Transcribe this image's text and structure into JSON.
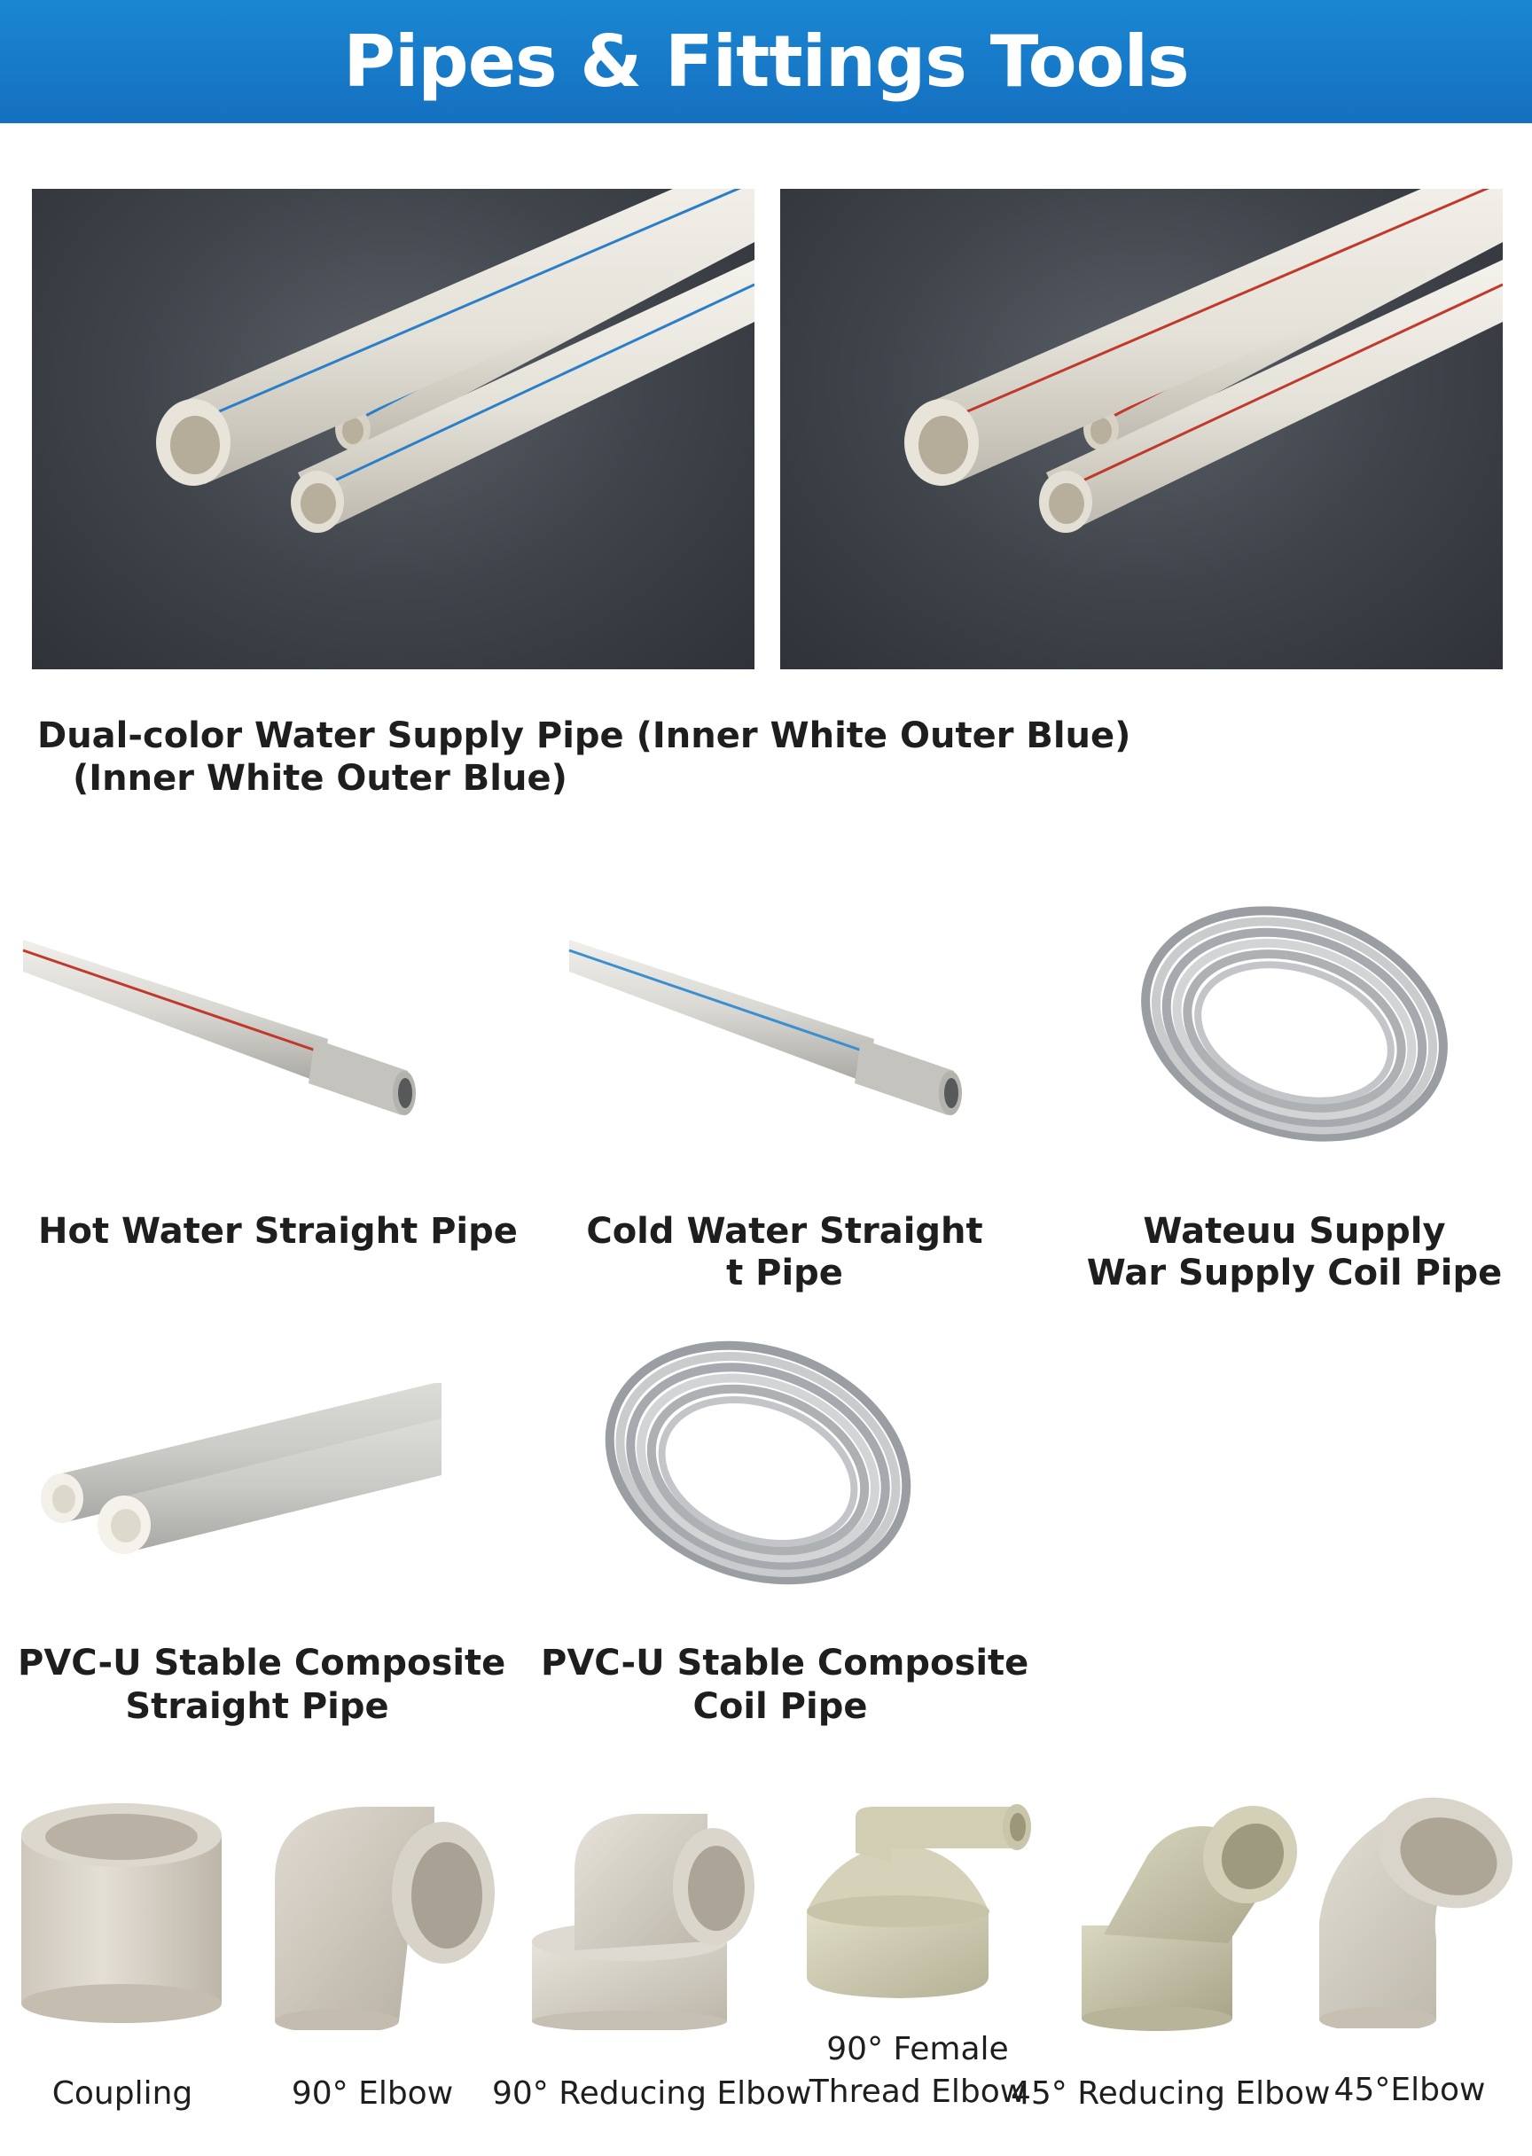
{
  "header": {
    "title": "Pipes & Fittings Tools"
  },
  "hero": {
    "caption_line1": "Dual-color Water Supply Pipe (Inner White Outer Blue)",
    "caption_line2": "(Inner White Outer Blue)",
    "left_stripe_color": "#2a7fc8",
    "right_stripe_color": "#c0392b"
  },
  "pipes": {
    "hot": {
      "line1": "Hot Water Straight Pipe",
      "stripe_color": "#c0392b"
    },
    "cold": {
      "line1": "Cold Water Straight",
      "line2": "t Pipe",
      "stripe_color": "#3a8fd0"
    },
    "coil": {
      "line1": "Wateuu Supply",
      "line2": "War Supply Coil Pipe"
    },
    "pvc_straight": {
      "line1": "PVC-U Stable Composite",
      "line2": "Straight Pipe"
    },
    "pvc_coil": {
      "line1": "PVC-U Stable Composite",
      "line2": "Coil Pipe"
    }
  },
  "fittings": [
    {
      "label": "Coupling",
      "icon": "coupling-icon"
    },
    {
      "label": "90° Elbow",
      "icon": "elbow-90-icon"
    },
    {
      "label": "90° Reducing Elbow",
      "icon": "reducing-elbow-90-icon"
    },
    {
      "label_line1": "90° Female",
      "label_line2": "Thread Elbow",
      "icon": "female-thread-elbow-icon"
    },
    {
      "label": "45° Reducing Elbow",
      "icon": "reducing-elbow-45-icon"
    },
    {
      "label": "45°Elbow",
      "icon": "elbow-45-icon"
    }
  ]
}
